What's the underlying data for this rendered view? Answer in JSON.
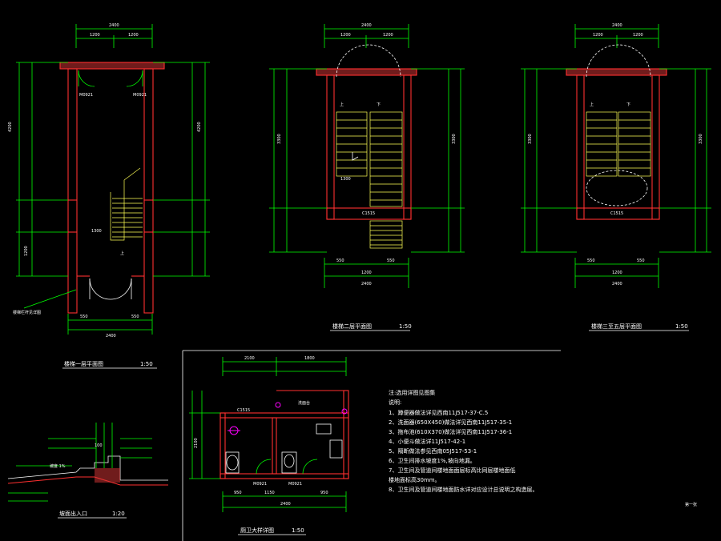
{
  "drawing": {
    "titles": {
      "plan1": "楼梯一层平面图",
      "plan2": "楼梯二层平面图",
      "plan3": "楼梯三至五层平面图",
      "toilet": "厕卫大样详图",
      "ramp": "坡面出入口"
    },
    "scales": {
      "plan1": "1:50",
      "plan2": "1:50",
      "plan3": "1:50",
      "toilet": "1:50",
      "ramp": "1:20"
    },
    "dims": {
      "width_total": "2400",
      "half_1200": "1200",
      "side_100": "100",
      "side_550": "550",
      "side_1300": "1300",
      "height_4200": "4200",
      "height_3300": "3300",
      "toilet_2100": "2100",
      "toilet_1800": "1800",
      "toilet_950": "950",
      "toilet_1150": "1150"
    },
    "labels": {
      "door_m1": "M0921",
      "door_m2": "M0921",
      "window": "C1515",
      "up": "上",
      "dn": "下",
      "slope": "坡度 1%",
      "handrail": "楼梯栏杆见详图",
      "basin": "洗面台",
      "page": "第一张"
    },
    "notes": {
      "heading": "注:选用详图见图集",
      "subheading": "说明:",
      "items": [
        "1、蹲便器做法详见西南11J517-37-C.5",
        "2、洗面器(650X450)做法详见西南11J517-35-1",
        "3、拖布池(610X370)做法详见西南11J517-36-1",
        "4、小便斗做法详11J517-42-1",
        "5、隔断做法参见西南05J517-53-1",
        "6、卫生间排水坡度1%,坡向地漏。",
        "7、卫生间及管道间楼地面面层标高比同层楼地面低",
        "   楼地面标高30mm。",
        "8、卫生间及管道间楼地面防水详对应设计总说明之构造层。"
      ]
    },
    "colors": {
      "background": "#000000",
      "dimension": "#00ff00",
      "wall": "#ff3030",
      "stair": "#ffff55",
      "text": "#ffffff",
      "fixture": "#ff00ff"
    }
  }
}
